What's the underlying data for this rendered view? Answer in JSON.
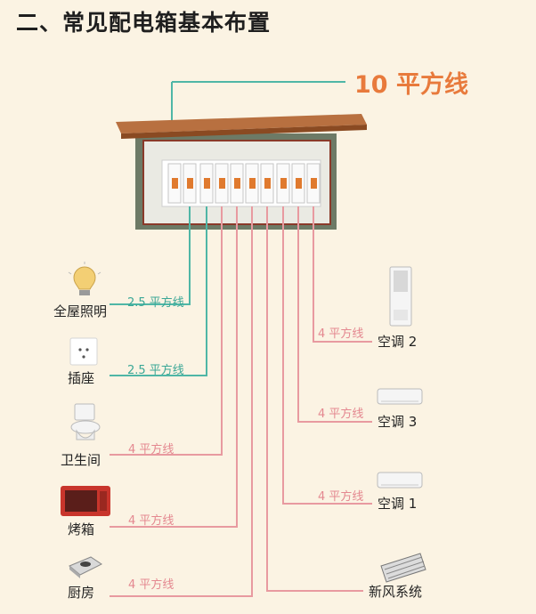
{
  "title": "二、常见配电箱基本布置",
  "main_line": {
    "label": "10 平方线",
    "color": "#e87a3c"
  },
  "colors": {
    "teal": "#4fb6a6",
    "pink": "#e89aa0",
    "box_frame": "#8a3a2a",
    "lid": "#b87040",
    "wall": "#6d7a66"
  },
  "circuits_left": [
    {
      "name": "全屋照明",
      "wire": "2.5 平方线",
      "icon": "light-bulb-icon"
    },
    {
      "name": "插座",
      "wire": "2.5 平方线",
      "icon": "wall-socket-icon"
    },
    {
      "name": "卫生间",
      "wire": "4 平方线",
      "icon": "toilet-icon"
    },
    {
      "name": "烤箱",
      "wire": "4 平方线",
      "icon": "oven-icon"
    },
    {
      "name": "厨房",
      "wire": "4 平方线",
      "icon": "stove-icon"
    }
  ],
  "circuits_right": [
    {
      "name": "空调 2",
      "wire": "4 平方线",
      "icon": "floor-ac-icon"
    },
    {
      "name": "空调 3",
      "wire": "4 平方线",
      "icon": "wall-ac-icon"
    },
    {
      "name": "空调 1",
      "wire": "4 平方线",
      "icon": "wall-ac-icon"
    },
    {
      "name": "新风系统",
      "wire": "",
      "icon": "fresh-air-unit-icon"
    }
  ]
}
